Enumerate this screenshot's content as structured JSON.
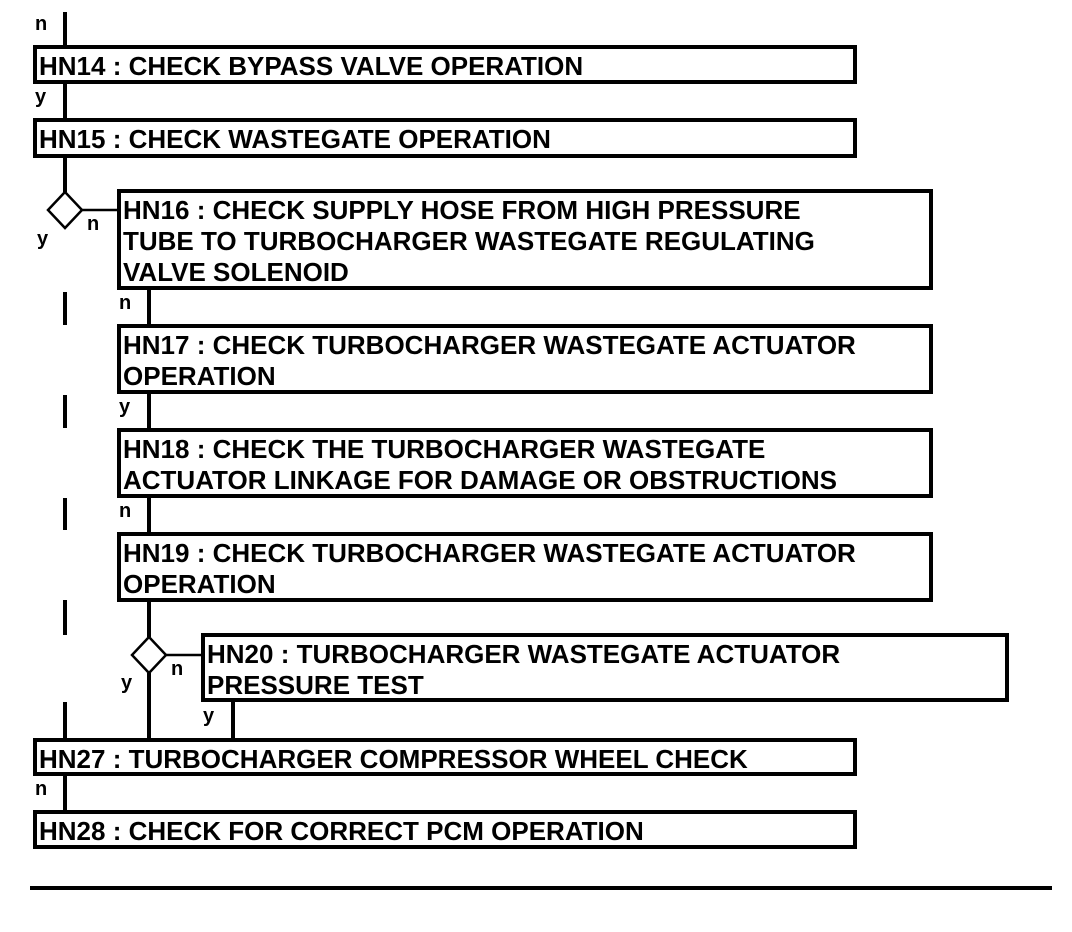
{
  "steps": [
    {
      "id": "hn14",
      "text": "HN14 : CHECK BYPASS VALVE OPERATION"
    },
    {
      "id": "hn15",
      "text": "HN15 : CHECK WASTEGATE OPERATION"
    },
    {
      "id": "hn16",
      "text": "HN16 : CHECK SUPPLY HOSE FROM HIGH PRESSURE\nTUBE TO TURBOCHARGER WASTEGATE REGULATING\nVALVE SOLENOID"
    },
    {
      "id": "hn17",
      "text": "HN17 : CHECK TURBOCHARGER WASTEGATE ACTUATOR\nOPERATION"
    },
    {
      "id": "hn18",
      "text": "HN18 : CHECK THE TURBOCHARGER WASTEGATE\nACTUATOR LINKAGE FOR DAMAGE OR OBSTRUCTIONS"
    },
    {
      "id": "hn19",
      "text": "HN19 : CHECK TURBOCHARGER WASTEGATE ACTUATOR\nOPERATION"
    },
    {
      "id": "hn20",
      "text": "HN20 : TURBOCHARGER WASTEGATE ACTUATOR\nPRESSURE TEST"
    },
    {
      "id": "hn27",
      "text": "HN27 : TURBOCHARGER COMPRESSOR WHEEL CHECK"
    },
    {
      "id": "hn28",
      "text": "HN28 : CHECK FOR CORRECT PCM OPERATION"
    }
  ],
  "labels": {
    "top_n": "n",
    "hn14_y": "y",
    "d1_y": "y",
    "d1_n": "n",
    "hn16_n": "n",
    "hn17_y": "y",
    "hn18_n": "n",
    "d2_y": "y",
    "d2_n": "n",
    "hn20_y": "y",
    "hn27_n": "n"
  }
}
